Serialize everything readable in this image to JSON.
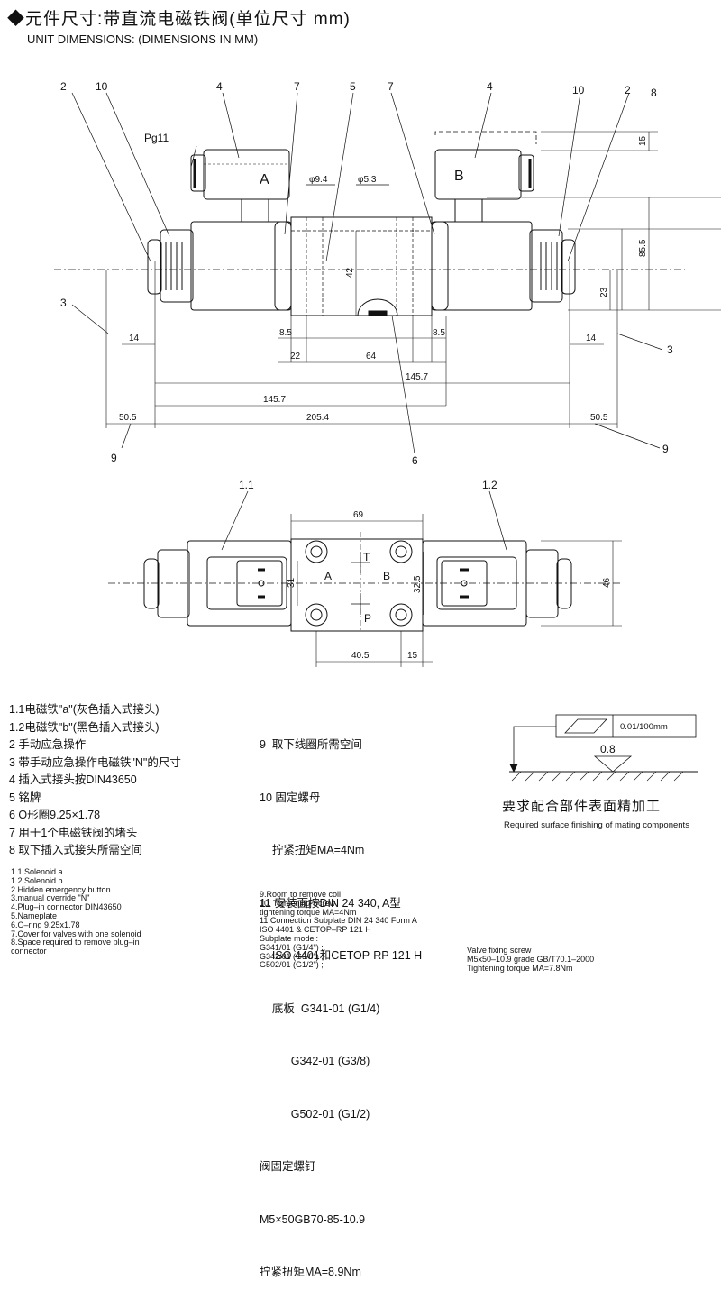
{
  "header": {
    "title": "◆元件尺寸:带直流电磁铁阀(单位尺寸 mm)",
    "subtitle": "UNIT DIMENSIONS: (DIMENSIONS IN MM)"
  },
  "top_view": {
    "callouts": [
      "2",
      "10",
      "4",
      "7",
      "5",
      "7",
      "4",
      "10",
      "2",
      "8",
      "3",
      "3",
      "9",
      "9",
      "6"
    ],
    "labels": {
      "pg": "Pg11",
      "sol_a": "A",
      "sol_b": "B",
      "d1": "φ9.4",
      "d2": "φ5.3"
    },
    "dims": {
      "d15": "15",
      "d85": "85.5",
      "d42": "42",
      "d23": "23",
      "d14l": "14",
      "d14r": "14",
      "d85l": "8.5",
      "d85r": "8.5",
      "d22": "22",
      "d64": "64",
      "d1457a": "145.7",
      "d1457b": "145.7",
      "d505l": "50.5",
      "d2054": "205.4",
      "d505r": "50.5"
    }
  },
  "plan_view": {
    "callouts": [
      "1.1",
      "1.2"
    ],
    "ports": {
      "t": "T",
      "a": "A",
      "b": "B",
      "p": "P"
    },
    "dims": {
      "d69": "69",
      "d31": "31",
      "d325": "32.5",
      "d46": "46",
      "d405": "40.5",
      "d15": "15"
    }
  },
  "legend_left_cn": [
    "1.1电磁铁\"a\"(灰色插入式接头)",
    "1.2电磁铁\"b\"(黑色插入式接头)",
    "2  手动应急操作",
    "3  带手动应急操作电磁铁\"N\"的尺寸",
    "4  插入式接头按DIN43650",
    "5  铭牌",
    "6  O形圈9.25×1.78",
    "7  用于1个电磁铁阀的堵头",
    "8  取下插入式接头所需空间"
  ],
  "legend_left_en": [
    "1.1 Solenoid a",
    "1.2 Solenoid b",
    "2 Hidden emergency button",
    "3.manual override \"N\"",
    "4.Plug–in connector DIN43650",
    "5.Nameplate",
    "6.O–ring 9.25x1.78",
    "7.Cover for valves with one solenoid",
    "8.Space required to remove plug–in",
    "connector"
  ],
  "legend_mid_cn": [
    "9  取下线圈所需空间",
    "10 固定螺母",
    "    拧紧扭矩MA=4Nm",
    "11 安装面按DIN 24 340, A型",
    "    ISO 4401和CETOP-RP 121 H",
    "    底板  G341-01 (G1/4)",
    "          G342-01 (G3/8)",
    "          G502-01 (G1/2)",
    "阀固定螺钉",
    "M5×50GB70-85-10.9",
    "拧紧扭矩MA=8.9Nm"
  ],
  "legend_mid_en": [
    "9.Room to remove coil",
    "10. Tightening Screw",
    "tightening torque MA=4Nm",
    "11.Connection Subplate DIN 24 340 Form A",
    "ISO 4401 & CETOP–RP 121 H",
    "Subplate model:",
    "G341/01 (G1/4\") ;",
    "G342/01 (G3/8\") ;",
    "G502/01 (G1/2\") ;"
  ],
  "surface": {
    "flatness": "0.01/100mm",
    "roughness": "0.8",
    "caption_cn": "要求配合部件表面精加工",
    "caption_en": "Required surface finishing of mating components"
  },
  "screw_en": [
    "Valve fixing screw",
    "M5x50–10.9 grade GB/T70.1–2000",
    "Tightening torque MA=7.8Nm"
  ]
}
